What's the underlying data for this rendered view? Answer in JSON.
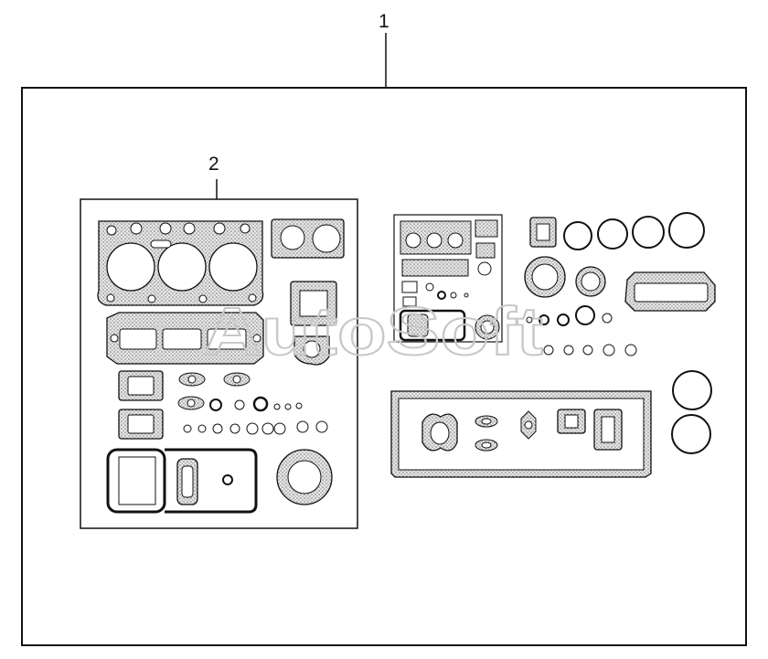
{
  "diagram": {
    "callouts": [
      {
        "id": "1",
        "label": "1"
      },
      {
        "id": "2",
        "label": "2"
      }
    ],
    "watermark": "AutoSoft",
    "colors": {
      "line": "#111111",
      "gasket_fill": "#d9d9d9",
      "background": "#ffffff",
      "watermark": "#c8c8c8"
    }
  }
}
